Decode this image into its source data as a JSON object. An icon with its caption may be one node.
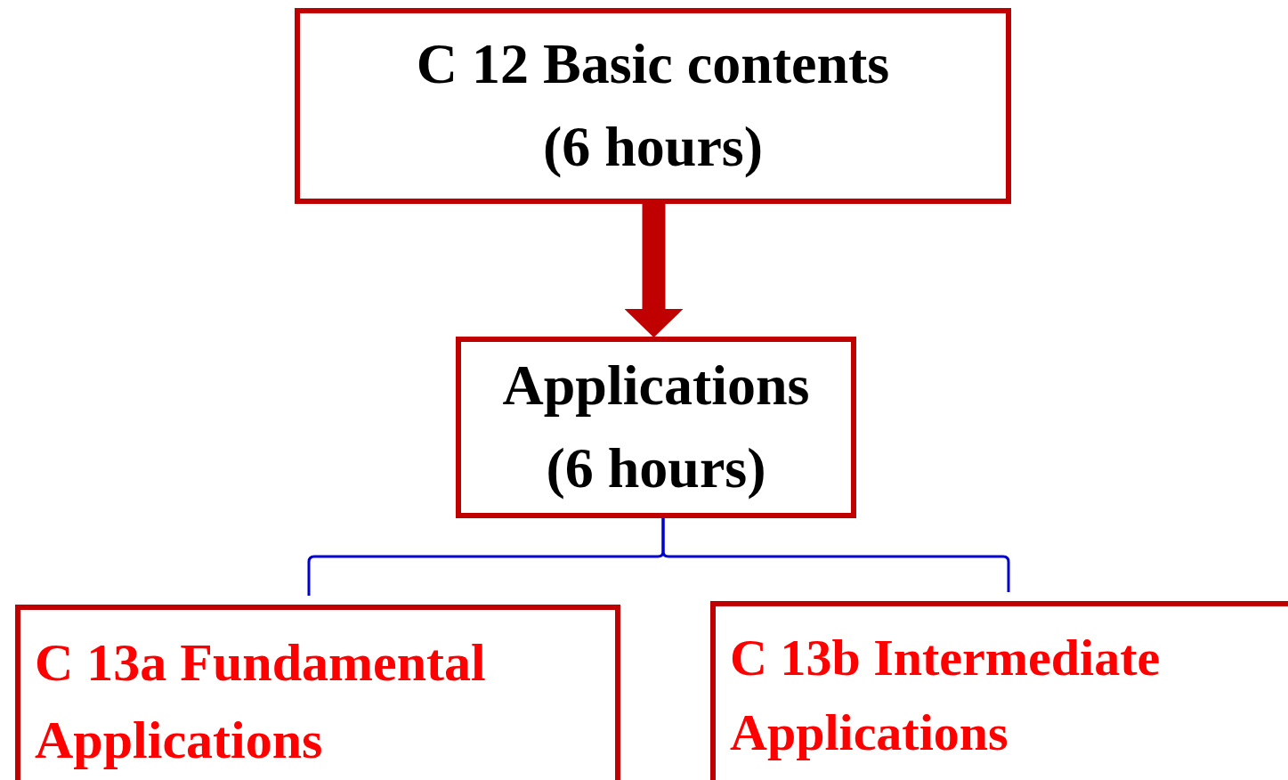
{
  "diagram": {
    "nodes": [
      {
        "text": [
          "C 12 Basic contents",
          "(6 hours)"
        ]
      },
      {
        "text": [
          "Applications",
          "(6 hours)"
        ]
      },
      {
        "text": [
          "C 13a Fundamental Applications"
        ]
      },
      {
        "text": [
          "C 13b Intermediate Applications"
        ]
      }
    ],
    "edges": [
      {
        "from": 0,
        "to": 1,
        "arrow": "to",
        "style": "thick",
        "color": "#c00000"
      },
      {
        "from": 1,
        "to": 2,
        "arrow": "none",
        "color": "#0000cc"
      },
      {
        "from": 1,
        "to": 3,
        "arrow": "none",
        "color": "#0000cc"
      }
    ]
  }
}
